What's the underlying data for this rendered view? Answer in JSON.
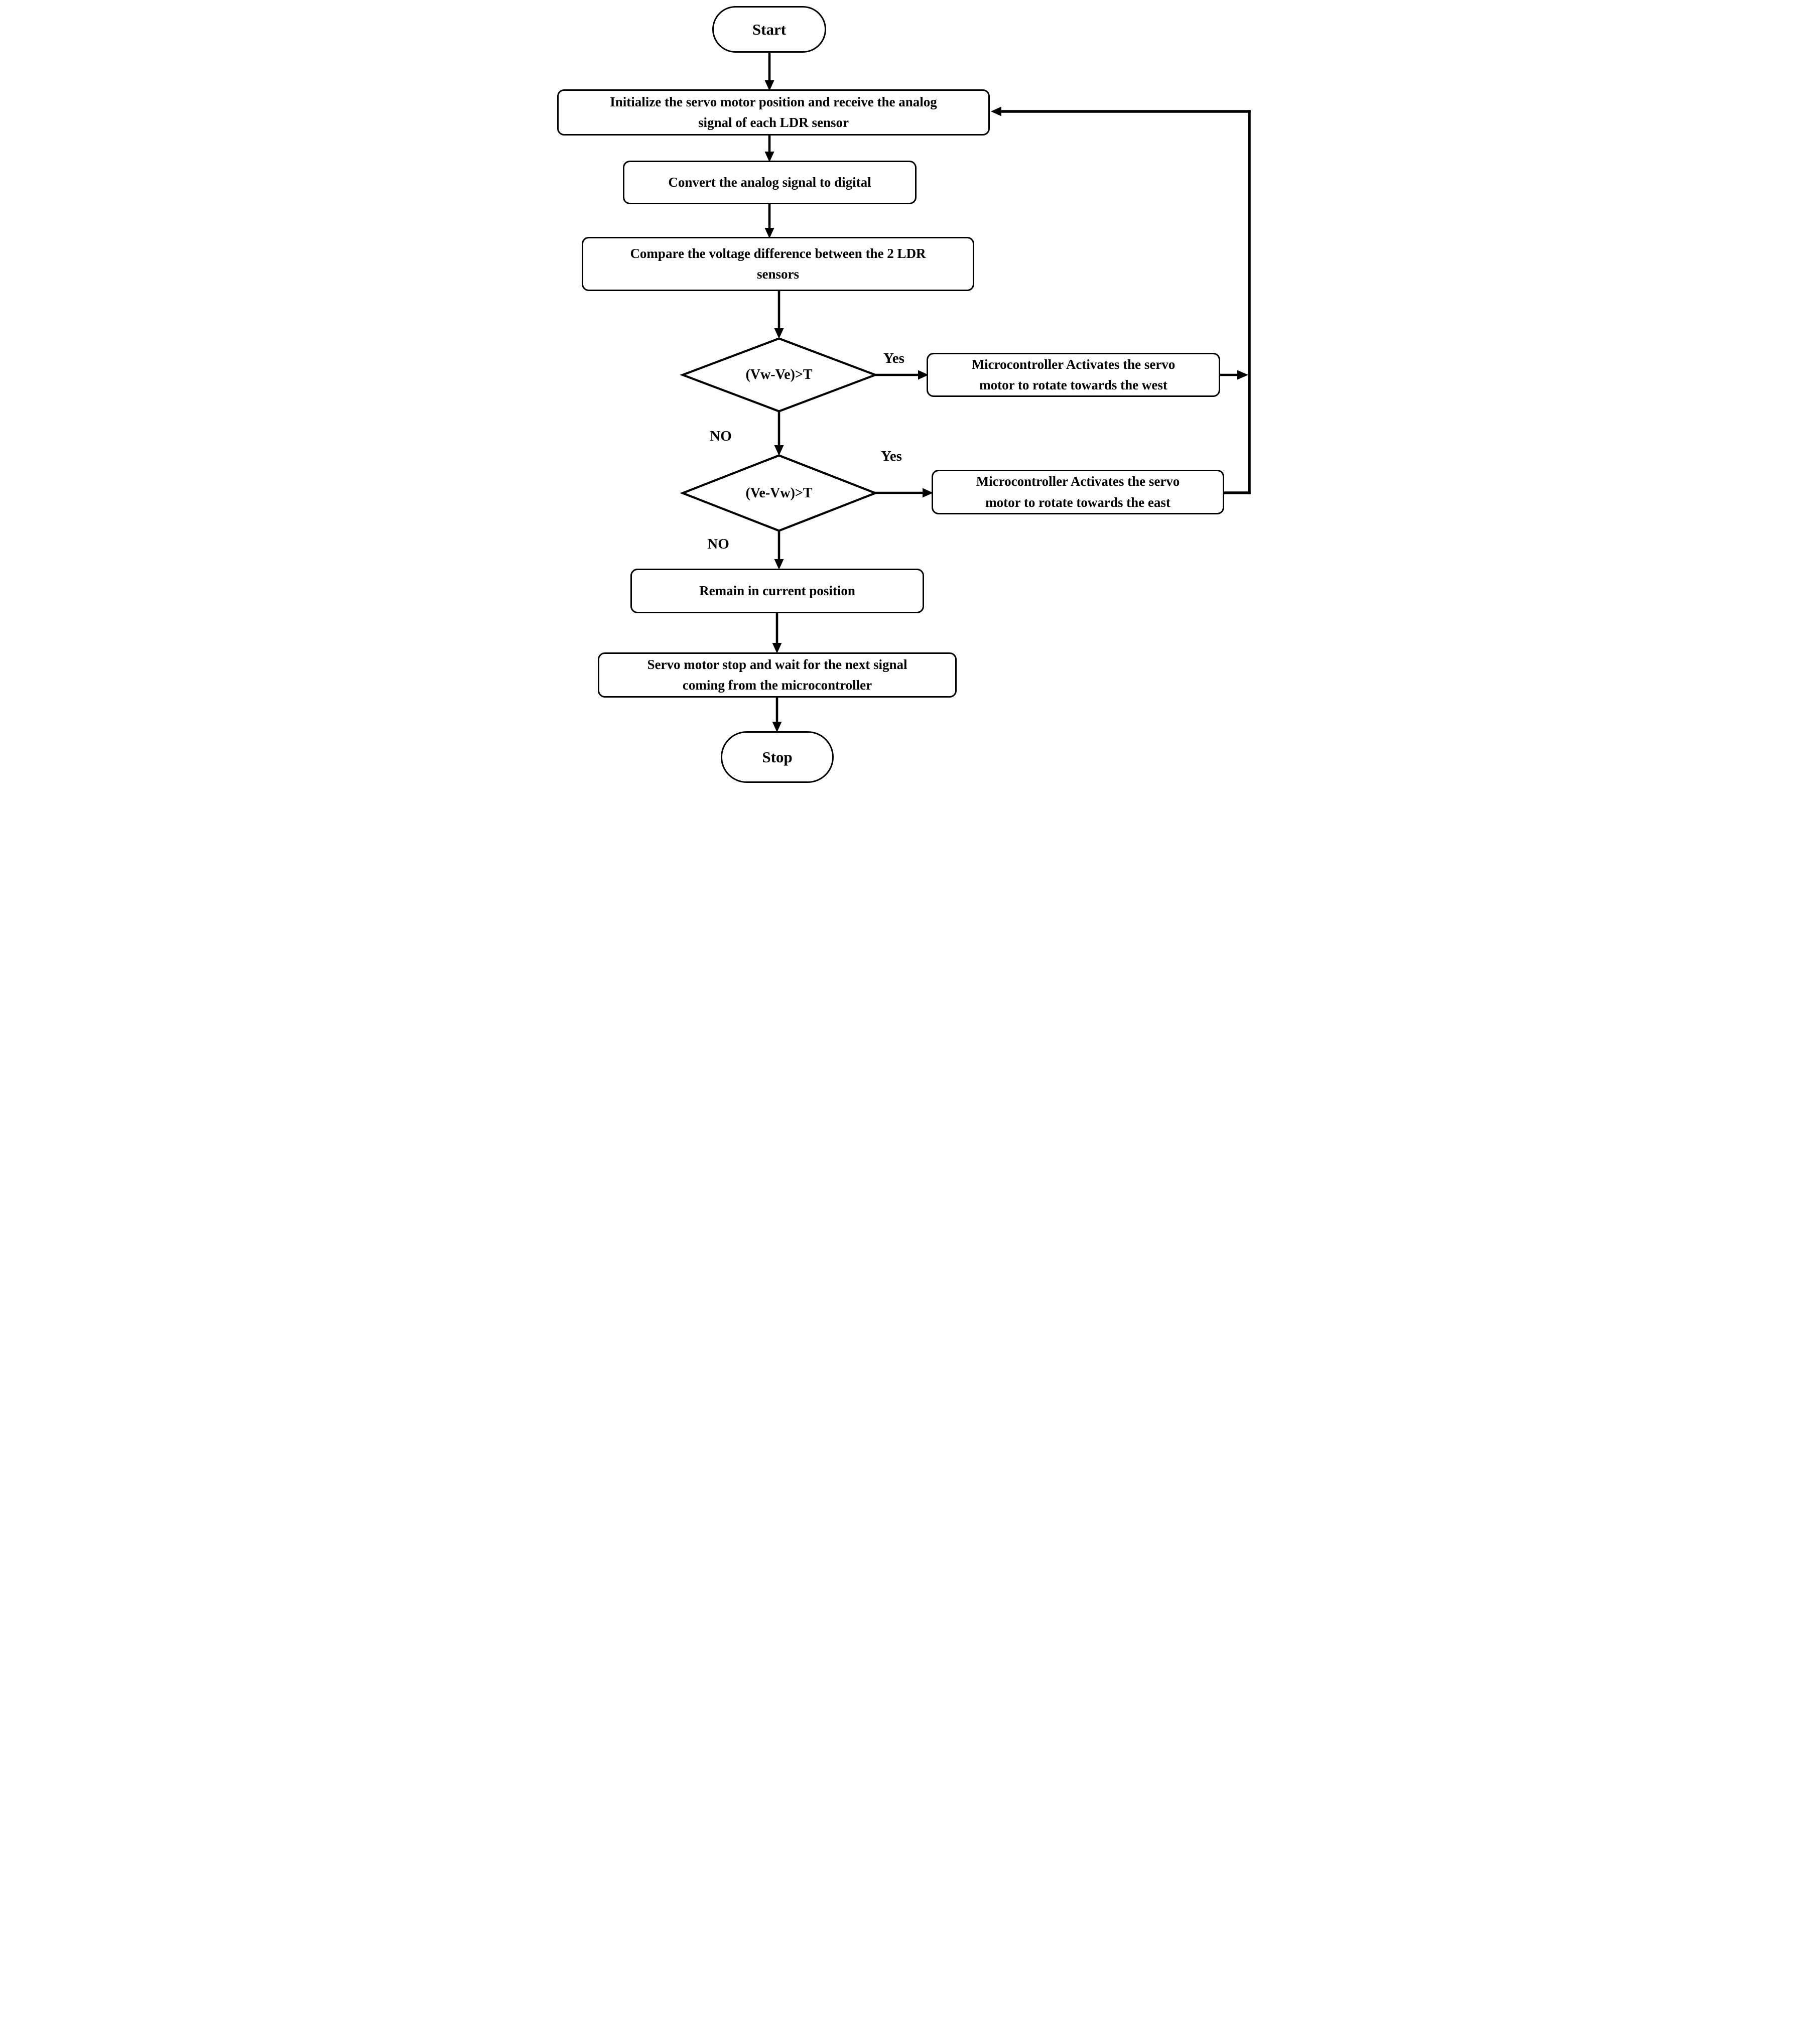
{
  "colors": {
    "ink": "#000000",
    "paper": "#ffffff"
  },
  "nodes": {
    "start": {
      "label": "Start"
    },
    "init": {
      "lines": [
        "Initialize the servo motor position and receive the analog",
        "signal of each LDR sensor"
      ]
    },
    "convert": {
      "label": "Convert the analog signal to digital"
    },
    "compare": {
      "lines": [
        "Compare the voltage difference between the 2 LDR",
        "sensors"
      ]
    },
    "decision_west": {
      "label": "(Vw-Ve)>T"
    },
    "rotate_west": {
      "lines": [
        "Microcontroller Activates the servo",
        "motor to rotate towards the west"
      ]
    },
    "decision_east": {
      "label": "(Ve-Vw)>T"
    },
    "rotate_east": {
      "lines": [
        "Microcontroller Activates the servo",
        "motor to rotate towards the east"
      ]
    },
    "remain": {
      "label": "Remain in current position"
    },
    "servo_stop": {
      "lines": [
        "Servo motor stop and wait for the next signal",
        "coming from the microcontroller"
      ]
    },
    "stop": {
      "label": "Stop"
    }
  },
  "edge_labels": {
    "yes_west": "Yes",
    "no_west": "NO",
    "yes_east": "Yes",
    "no_east": "NO"
  }
}
